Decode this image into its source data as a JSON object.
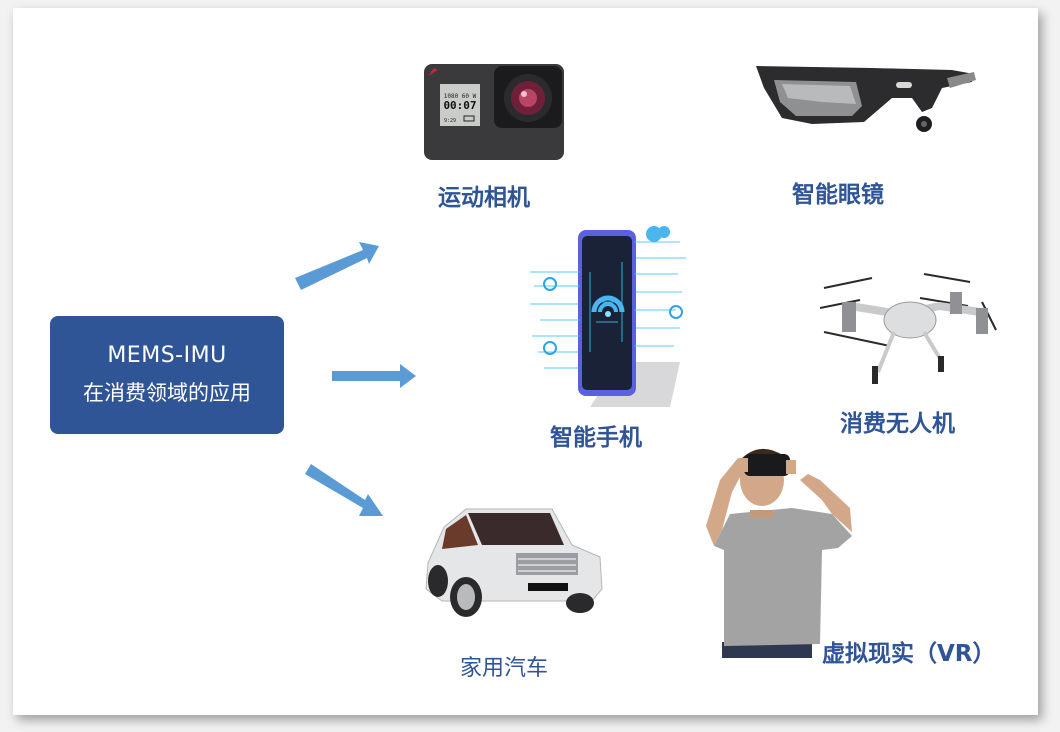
{
  "center": {
    "line1": "MEMS-IMU",
    "line2": "在消费领域的应用",
    "color": "#2f5597"
  },
  "arrows": {
    "color": "#5b9bd5"
  },
  "label_color": "#2f5597",
  "items": [
    {
      "id": "action-camera",
      "label": "运动相机",
      "icon": "action-camera-icon"
    },
    {
      "id": "smart-glasses",
      "label": "智能眼镜",
      "icon": "smart-glasses-icon"
    },
    {
      "id": "smartphone",
      "label": "智能手机",
      "icon": "smartphone-icon"
    },
    {
      "id": "consumer-drone",
      "label": "消费无人机",
      "icon": "drone-icon"
    },
    {
      "id": "family-car",
      "label": "家用汽车",
      "icon": "car-icon"
    },
    {
      "id": "virtual-reality",
      "label": "虚拟现实（VR）",
      "icon": "vr-headset-icon"
    }
  ],
  "camera_screen": {
    "top": "1080 60 W",
    "time": "00:07",
    "bottom": "9:29"
  }
}
